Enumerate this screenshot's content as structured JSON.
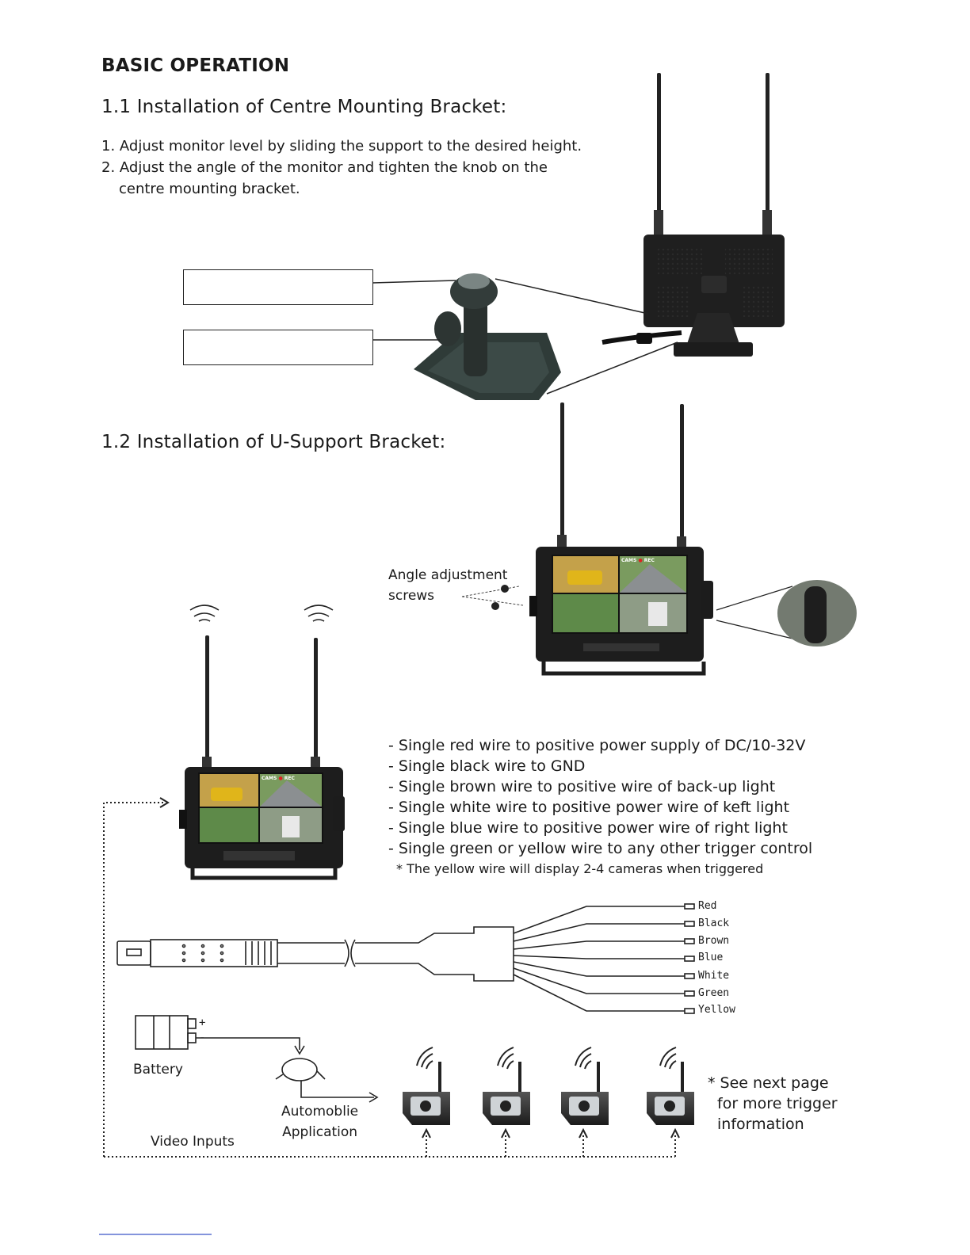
{
  "page_title": "BASIC OPERATION",
  "section1": {
    "heading": "1.1 Installation of Centre Mounting Bracket:",
    "steps": [
      "1. Adjust monitor level by sliding the support to the desired height.",
      "2. Adjust the angle of the monitor and tighten the knob on the",
      "centre mounting bracket."
    ]
  },
  "section2": {
    "heading": "1.2 Installation of U-Support Bracket:",
    "angle_label": [
      "Angle adjustment",
      "screws"
    ]
  },
  "wiring": {
    "instructions": [
      "- Single red wire to positive power supply of DC/10-32V",
      "- Single black wire to GND",
      "- Single brown wire to positive wire of back-up light",
      "- Single white wire to positive power wire of keft light",
      "- Single blue wire to positive power wire of right light",
      "- Single green or yellow wire to any other trigger control"
    ],
    "note": "* The yellow wire will display 2-4 cameras when triggered",
    "wire_labels": [
      "Red",
      "Black",
      "Brown",
      "Blue",
      "White",
      "Green",
      "Yellow"
    ]
  },
  "diagram": {
    "battery_label": "Battery",
    "battery_plus": "+",
    "battery_minus": "-",
    "automobile_label": [
      "Automoblie",
      "Application"
    ],
    "video_inputs_label": "Video Inputs",
    "see_next": [
      "* See next page",
      "for more trigger",
      "information"
    ]
  },
  "monitor_screen": {
    "brand": "CAMS",
    "rec": "REC"
  }
}
